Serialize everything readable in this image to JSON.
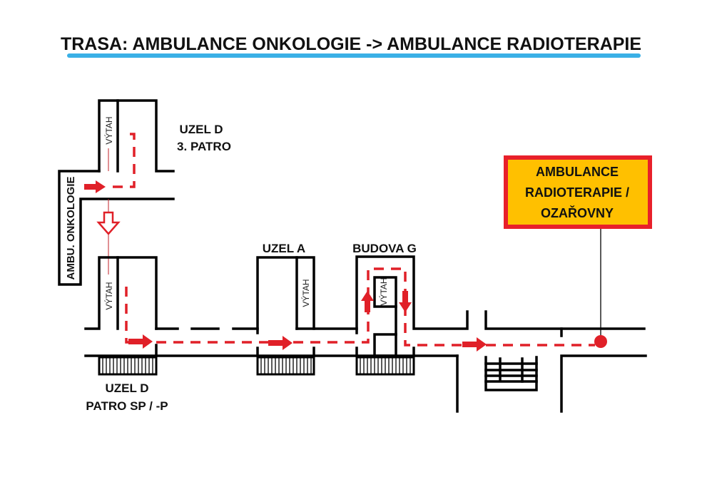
{
  "title": "TRASA: AMBULANCE ONKOLOGIE -> AMBULANCE RADIOTERAPIE",
  "colors": {
    "route": "#e02028",
    "underline": "#3ab0e6",
    "target_fill": "#ffc000",
    "target_border": "#e8202a",
    "walls": "#000000"
  },
  "labels": {
    "uzel_d_top_line1": "UZEL D",
    "uzel_d_top_line2": "3. PATRO",
    "ambu_onkologie": "AMBU. ONKOLOGIE",
    "lift_top": "VÝTAH",
    "lift_bottom": "VÝTAH",
    "uzel_d_bottom_line1": "UZEL D",
    "uzel_d_bottom_line2": "PATRO SP / -P",
    "uzel_a": "UZEL  A",
    "lift_uzel_a": "VÝTAH",
    "budova_g": "BUDOVA G",
    "lift_budova_g": "VÝTAH"
  },
  "destination": {
    "line1": "AMBULANCE",
    "line2": "RADIOTERAPIE /",
    "line3": "OZAŘOVNY"
  },
  "icons": {
    "start_arrow": "arrow-right-icon",
    "lift_down_arrow": "hollow-arrow-down-icon",
    "destination_marker": "red-dot-icon",
    "stairs": "stairs-icon"
  }
}
